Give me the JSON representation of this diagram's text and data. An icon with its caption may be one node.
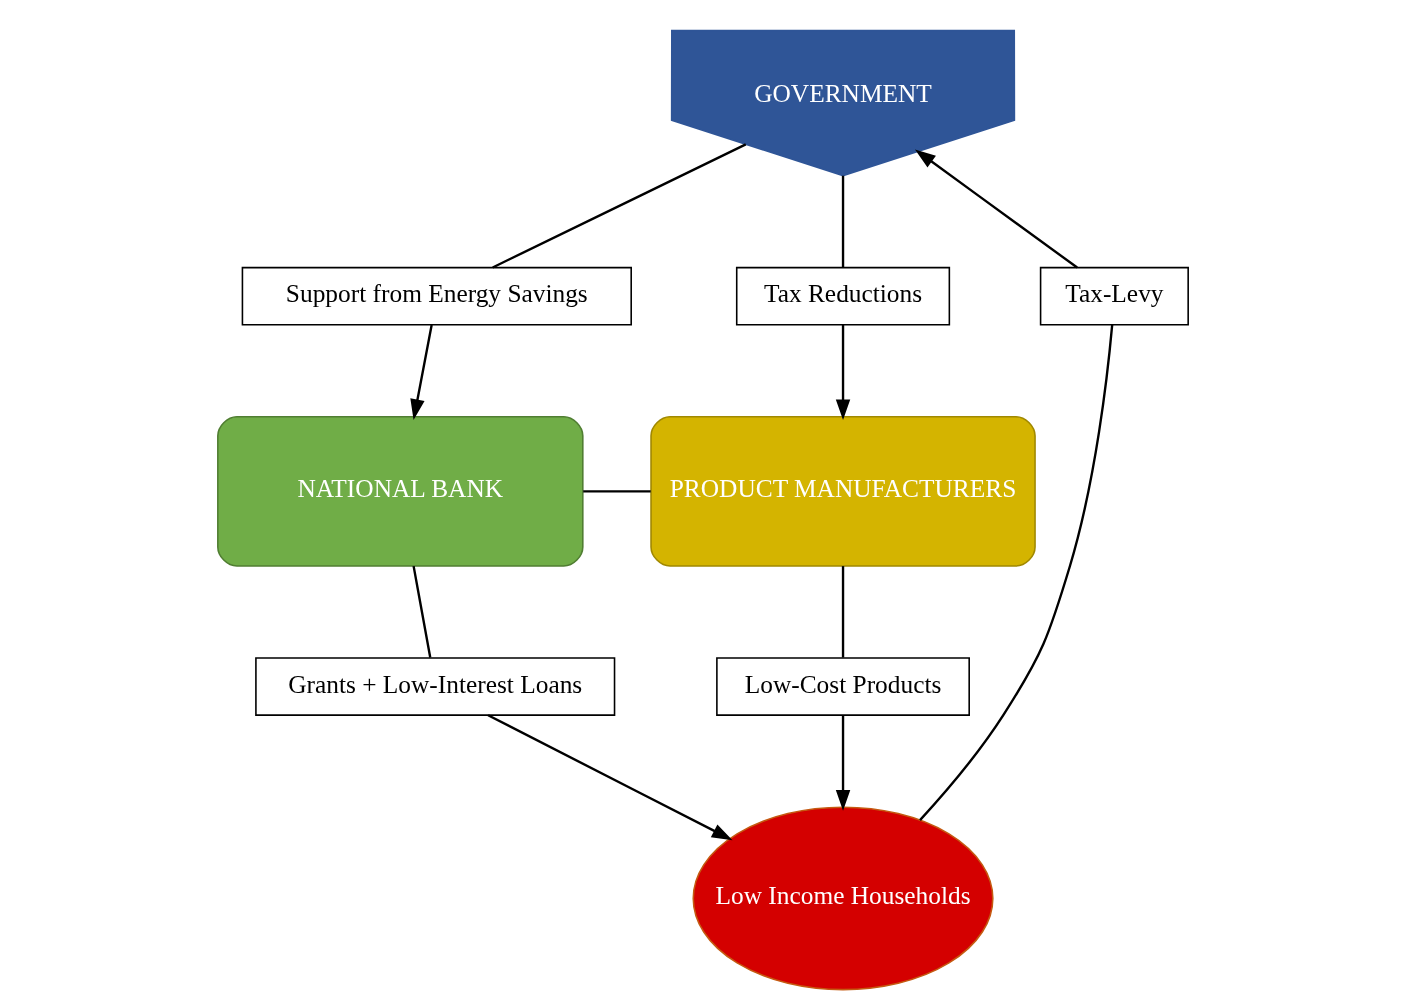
{
  "diagram": {
    "nodes": [
      {
        "text": [
          "GOVERNMENT"
        ]
      },
      {
        "text": [
          "Tax-Levy"
        ]
      },
      {
        "text": [
          "Support from Energy Savings"
        ]
      },
      {
        "text": [
          "Tax Reductions"
        ]
      },
      {
        "text": [
          "Low Income Households"
        ]
      },
      {
        "text": [
          "Grants + Low-Interest Loans"
        ]
      },
      {
        "text": [
          "Low-Cost Products"
        ]
      },
      {
        "text": [
          "NATIONAL BANK"
        ]
      },
      {
        "text": [
          "PRODUCT MANUFACTURERS"
        ]
      }
    ],
    "edges": [
      {
        "from": 4,
        "to": 1,
        "arrow": "none"
      },
      {
        "from": 1,
        "to": 0,
        "arrow": "to"
      },
      {
        "from": 0,
        "to": 2,
        "arrow": "none"
      },
      {
        "from": 2,
        "to": 7,
        "arrow": "to"
      },
      {
        "from": 0,
        "to": 3,
        "arrow": "none"
      },
      {
        "from": 3,
        "to": 8,
        "arrow": "to"
      },
      {
        "from": 7,
        "to": 5,
        "arrow": "none"
      },
      {
        "from": 5,
        "to": 4,
        "arrow": "to"
      },
      {
        "from": 8,
        "to": 6,
        "arrow": "none"
      },
      {
        "from": 6,
        "to": 4,
        "arrow": "to"
      },
      {
        "from": 7,
        "to": 8,
        "arrow": "none"
      }
    ]
  }
}
